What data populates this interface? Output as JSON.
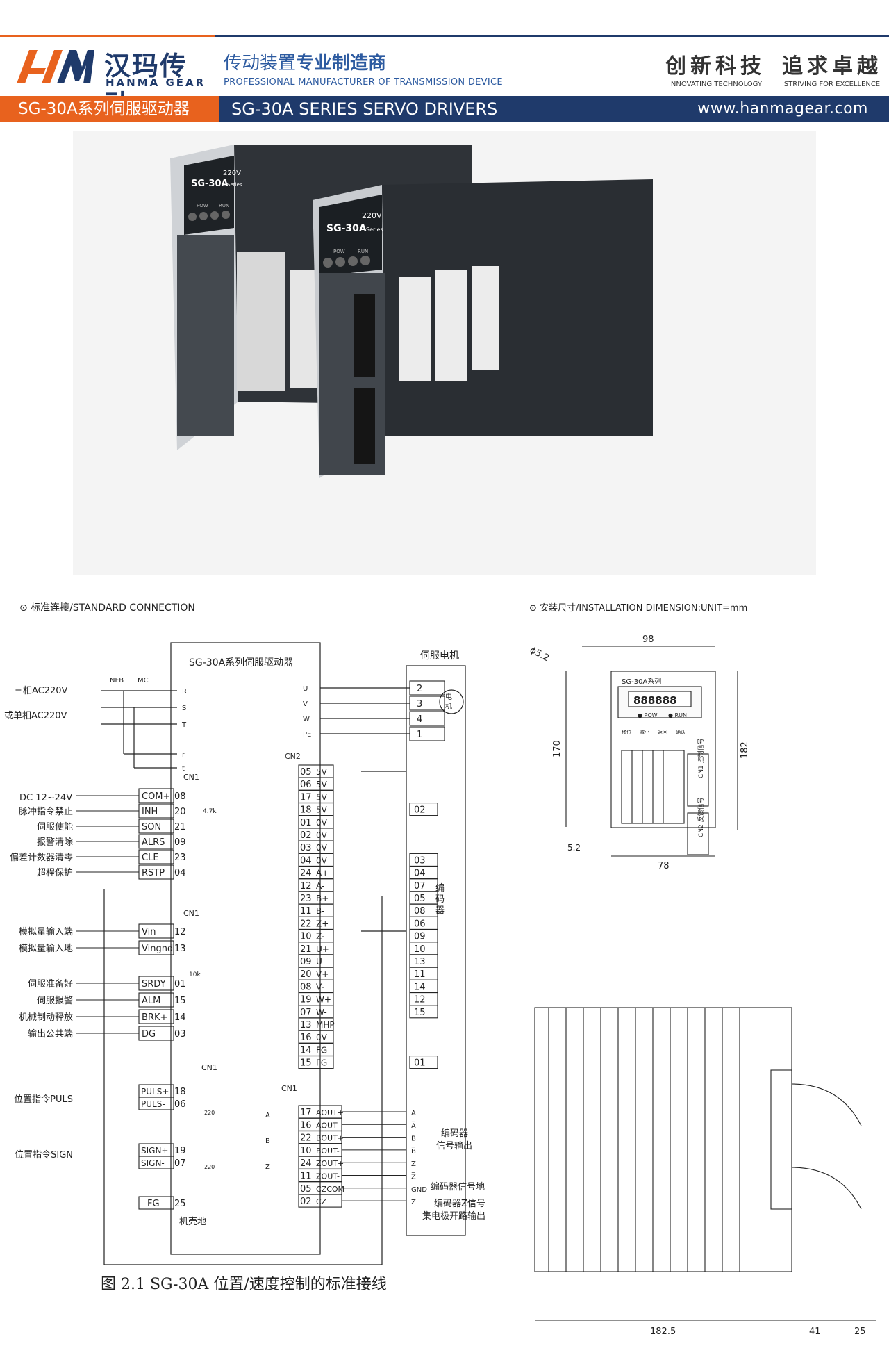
{
  "header": {
    "logo_cn": "汉玛传动",
    "logo_en": "HANMA GEAR",
    "slogan_cn_a": "传动装置",
    "slogan_cn_b": "专业制造商",
    "slogan_en": "PROFESSIONAL MANUFACTURER OF TRANSMISSION DEVICE",
    "motto1_cn": "创新科技",
    "motto1_en": "INNOVATING TECHNOLOGY",
    "motto2_cn": "追求卓越",
    "motto2_en": "STRIVING FOR EXCELLENCE"
  },
  "bar": {
    "title_cn": "SG-30A系列伺服驱动器",
    "title_en": "SG-30A SERIES SERVO DRIVERS",
    "website": "www.hanmagear.com"
  },
  "product": {
    "model": "SG-30A",
    "series": "Series",
    "voltage": "220V",
    "pow": "POW",
    "run": "RUN"
  },
  "sections": {
    "standard_connection": "标准连接/STANDARD CONNECTION",
    "installation": "安装尺寸/INSTALLATION DIMENSION:UNIT=mm"
  },
  "wiring": {
    "driver_title": "SG-30A系列伺服驱动器",
    "motor_title": "伺服电机",
    "motor_symbol": "电机",
    "nfb": "NFB",
    "mc": "MC",
    "power_3ph": "三相AC220V",
    "power_1ph": "或单相AC220V",
    "dc": "DC 12~24V",
    "power_terms": [
      "R",
      "S",
      "T",
      "r",
      "t"
    ],
    "motor_terms": [
      "U",
      "V",
      "W",
      "PE"
    ],
    "motor_pins": [
      "2",
      "3",
      "4",
      "1"
    ],
    "cn1": "CN1",
    "cn2": "CN2",
    "resistor_47k": "4.7k",
    "resistor_10k": "10k",
    "resistor_220": "220",
    "inputs": [
      {
        "desc": "",
        "name": "COM+",
        "pin": "08"
      },
      {
        "desc": "脉冲指令禁止",
        "name": "INH",
        "pin": "20"
      },
      {
        "desc": "伺服使能",
        "name": "SON",
        "pin": "21"
      },
      {
        "desc": "报警清除",
        "name": "ALRS",
        "pin": "09"
      },
      {
        "desc": "偏差计数器清零",
        "name": "CLE",
        "pin": "23"
      },
      {
        "desc": "超程保护",
        "name": "RSTP",
        "pin": "04"
      }
    ],
    "analog": [
      {
        "desc": "模拟量输入端",
        "name": "Vin",
        "pin": "12"
      },
      {
        "desc": "模拟量输入地",
        "name": "Vingnd",
        "pin": "13"
      }
    ],
    "outputs": [
      {
        "desc": "伺服准备好",
        "name": "SRDY",
        "pin": "01"
      },
      {
        "desc": "伺服报警",
        "name": "ALM",
        "pin": "15"
      },
      {
        "desc": "机械制动释放",
        "name": "BRK+",
        "pin": "14"
      },
      {
        "desc": "输出公共端",
        "name": "DG",
        "pin": "03"
      }
    ],
    "puls_desc": "位置指令PULS",
    "puls": [
      {
        "name": "PULS+",
        "pin": "18"
      },
      {
        "name": "PULS-",
        "pin": "06"
      }
    ],
    "sign_desc": "位置指令SIGN",
    "sign": [
      {
        "name": "SIGN+",
        "pin": "19"
      },
      {
        "name": "SIGN-",
        "pin": "07"
      }
    ],
    "fg": {
      "name": "FG",
      "pin": "25"
    },
    "chassis": "机壳地",
    "encoder_label": "编码器",
    "cn2_pins": [
      {
        "pin": "05",
        "name": "5V",
        "enc": ""
      },
      {
        "pin": "06",
        "name": "5V",
        "enc": ""
      },
      {
        "pin": "17",
        "name": "5V",
        "enc": ""
      },
      {
        "pin": "18",
        "name": "5V",
        "enc": "02"
      },
      {
        "pin": "01",
        "name": "0V",
        "enc": ""
      },
      {
        "pin": "02",
        "name": "0V",
        "enc": ""
      },
      {
        "pin": "03",
        "name": "0V",
        "enc": ""
      },
      {
        "pin": "04",
        "name": "0V",
        "enc": "03"
      },
      {
        "pin": "24",
        "name": "A+",
        "enc": "04"
      },
      {
        "pin": "12",
        "name": "A-",
        "enc": "07"
      },
      {
        "pin": "23",
        "name": "B+",
        "enc": "05"
      },
      {
        "pin": "11",
        "name": "B-",
        "enc": "08"
      },
      {
        "pin": "22",
        "name": "Z+",
        "enc": "06"
      },
      {
        "pin": "10",
        "name": "Z-",
        "enc": "09"
      },
      {
        "pin": "21",
        "name": "U+",
        "enc": "10"
      },
      {
        "pin": "09",
        "name": "U-",
        "enc": "13"
      },
      {
        "pin": "20",
        "name": "V+",
        "enc": "11"
      },
      {
        "pin": "08",
        "name": "V-",
        "enc": "14"
      },
      {
        "pin": "19",
        "name": "W+",
        "enc": "12"
      },
      {
        "pin": "07",
        "name": "W-",
        "enc": "15"
      },
      {
        "pin": "13",
        "name": "MHP",
        "enc": ""
      },
      {
        "pin": "16",
        "name": "0V",
        "enc": ""
      },
      {
        "pin": "14",
        "name": "FG",
        "enc": ""
      },
      {
        "pin": "15",
        "name": "FG",
        "enc": "01"
      }
    ],
    "enc_out": [
      {
        "pin": "17",
        "name": "AOUT+",
        "sig": "A"
      },
      {
        "pin": "16",
        "name": "AOUT-",
        "sig": "A̅"
      },
      {
        "pin": "22",
        "name": "BOUT+",
        "sig": "B"
      },
      {
        "pin": "10",
        "name": "BOUT-",
        "sig": "B̅"
      },
      {
        "pin": "24",
        "name": "ZOUT+",
        "sig": "Z"
      },
      {
        "pin": "11",
        "name": "ZOUT-",
        "sig": "Z̅"
      },
      {
        "pin": "05",
        "name": "CZCOM",
        "sig": "GND"
      },
      {
        "pin": "02",
        "name": "CZ",
        "sig": "Z"
      }
    ],
    "buffers": [
      "A",
      "B",
      "Z"
    ],
    "enc_out_label_1": "编码器",
    "enc_out_label_2": "信号输出",
    "gnd_label": "编码器信号地",
    "cz_label_1": "编码器Z信号",
    "cz_label_2": "集电极开路输出"
  },
  "dimension": {
    "hole": "ϕ5.2",
    "width": "98",
    "height_in": "170",
    "height": "182",
    "offset": "5.2",
    "mount_w": "78",
    "depth": "182.5",
    "conn1": "41",
    "conn2": "25",
    "panel_model": "SG-30A系列",
    "display": "888888",
    "pow": "POW",
    "run": "RUN",
    "keys": [
      "移位",
      "减小",
      "返回",
      "确认"
    ],
    "cn1_label": "CN1 控制信号",
    "cn2_label": "CN2 反馈信号"
  },
  "caption": "图 2.1 SG-30A 位置/速度控制的标准接线"
}
